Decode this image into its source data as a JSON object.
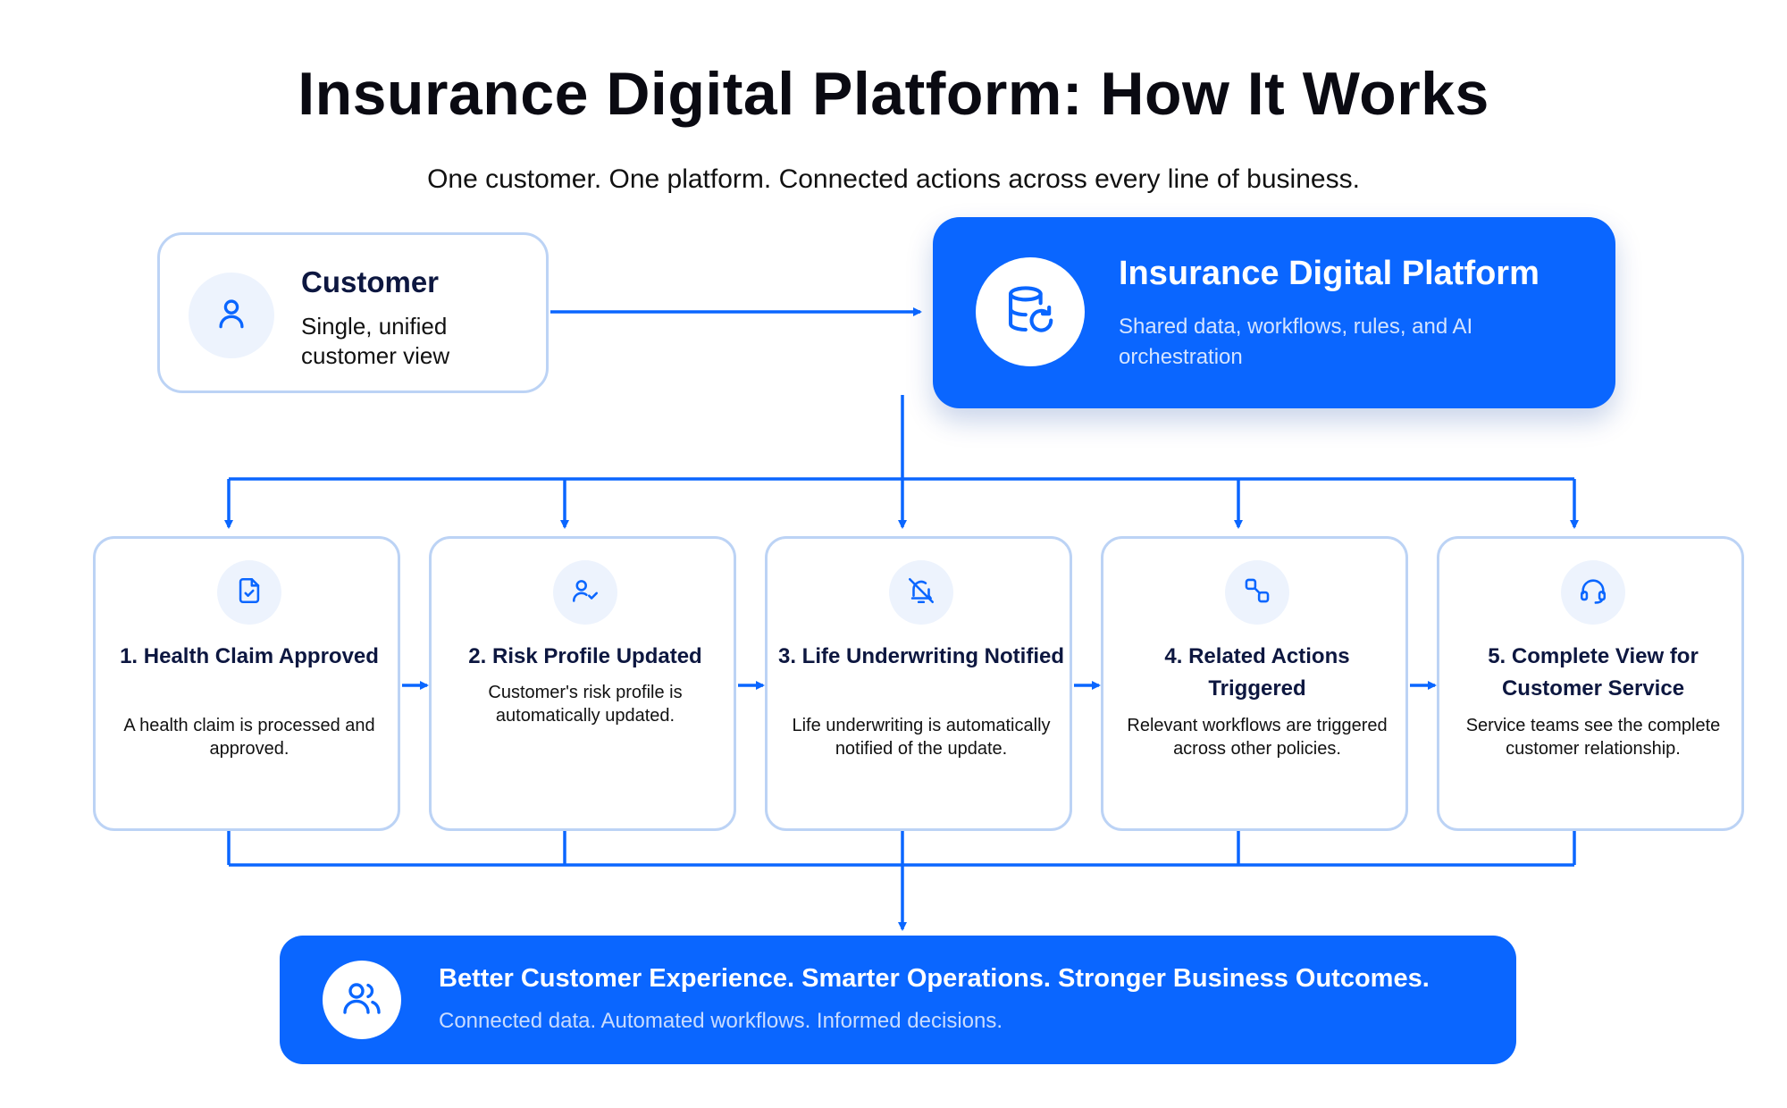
{
  "header": {
    "title": "Insurance Digital Platform: How It Works",
    "subtitle": "One customer. One platform. Connected actions across every line of business."
  },
  "customer": {
    "name": "Customer",
    "description": "Single, unified customer view",
    "icon": "user-icon"
  },
  "platform": {
    "name": "Insurance Digital Platform",
    "description": "Shared data, workflows, rules, and AI orchestration",
    "icon": "database-sync-icon"
  },
  "steps": [
    {
      "title": "1. Health Claim Approved",
      "description": "A health claim is processed and approved.",
      "icon": "file-check-icon"
    },
    {
      "title": "2. Risk Profile Updated",
      "description": "Customer's risk profile is automatically updated.",
      "icon": "user-check-icon"
    },
    {
      "title": "3. Life Underwriting Notified",
      "description": "Life underwriting is automatically notified of the update.",
      "icon": "bell-off-icon"
    },
    {
      "title": "4. Related Actions Triggered",
      "description": "Relevant workflows are triggered across other policies.",
      "icon": "workflow-icon"
    },
    {
      "title": "5. Complete View for Customer Service",
      "description": "Service teams see the complete customer relationship.",
      "icon": "headset-icon"
    }
  ],
  "outcome": {
    "headline": "Better Customer Experience. Smarter Operations. Stronger Business Outcomes.",
    "subtext": "Connected data. Automated workflows. Informed decisions.",
    "icon": "users-icon"
  },
  "colors": {
    "primary": "#0A66FF",
    "card_border": "#BCD3F5",
    "icon_bg": "#EDF3FD",
    "heading_text": "#0D1740"
  }
}
